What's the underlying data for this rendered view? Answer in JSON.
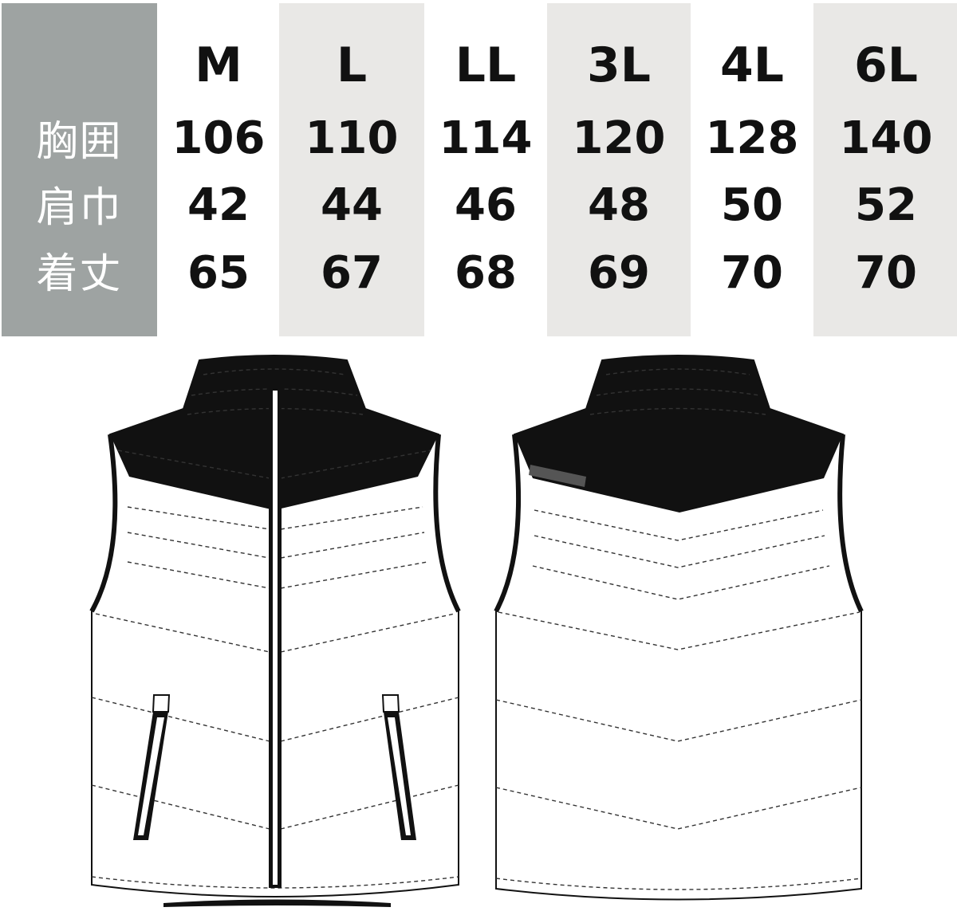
{
  "table": {
    "sizes": [
      "M",
      "L",
      "LL",
      "3L",
      "4L",
      "6L"
    ],
    "rows": [
      {
        "label": "胸囲",
        "values": [
          "106",
          "110",
          "114",
          "120",
          "128",
          "140"
        ]
      },
      {
        "label": "肩巾",
        "values": [
          "42",
          "44",
          "46",
          "48",
          "50",
          "52"
        ]
      },
      {
        "label": "着丈",
        "values": [
          "65",
          "67",
          "68",
          "69",
          "70",
          "70"
        ]
      }
    ]
  },
  "colors": {
    "label_bg": "#9ea3a2",
    "stripe_bg": "#e9e8e6",
    "text": "#111111",
    "garment_dark": "#111111"
  },
  "illustrations": {
    "front": "vest-front-icon",
    "back": "vest-back-icon"
  }
}
